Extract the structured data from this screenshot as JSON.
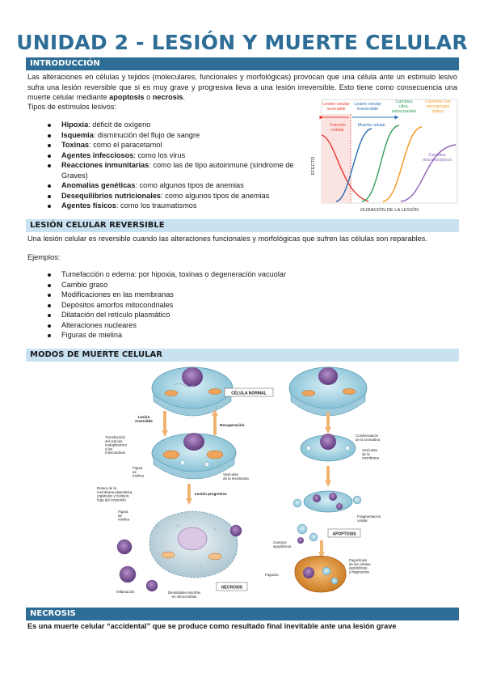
{
  "title": "UNIDAD 2 - LESIÓN Y MUERTE CELULAR",
  "sections": {
    "intro": "INTRODUCCIÓN",
    "reversible": "LESIÓN CELULAR REVERSIBLE",
    "modos": "MODOS DE MUERTE CELULAR",
    "necrosis": "NECROSIS"
  },
  "intro": {
    "p1": "Las alteraciones en células y tejidos (moleculares, funcionales y morfológicas) provocan que una célula ante un estímulo lesivo sufra una lesión reversible que si es muy grave y progresiva lleva a una lesión irreversible. Esto tiene como consecuencia una muerte celular mediante ",
    "apoptosis": "apoptosis",
    "o": " o ",
    "necrosis": "necrosis",
    "dot": ".",
    "tipos": "Tipos de estímulos lesivos:",
    "stimuli": [
      {
        "term": "Hipoxia",
        "desc": ": déficit de oxígeno"
      },
      {
        "term": "Isquemia",
        "desc": ": disminución del flujo de sangre"
      },
      {
        "term": "Toxinas",
        "desc": ": como el paracetamol"
      },
      {
        "term": "Agentes infecciosos",
        "desc": ": como los virus"
      },
      {
        "term": "Reacciones inmunitarias",
        "desc": ": como las de tipo autoinmune (síndrome de Graves)"
      },
      {
        "term": "Anomalías genéticas",
        "desc": ": como algunos tipos de anemias"
      },
      {
        "term": "Desequilibrios nutricionales",
        "desc": ": como algunos tipos de anemias"
      },
      {
        "term": "Agentes físicos",
        "desc": ": como los traumatismos"
      }
    ]
  },
  "graph": {
    "labels": {
      "reversible": [
        "Lesión celular",
        "reversible"
      ],
      "irreversible": [
        "Lesión celular",
        "irreversible"
      ],
      "ultra": [
        "Cambios",
        "ultra-",
        "estructurales"
      ],
      "optico": [
        "Cambios con",
        "microscopio",
        "óptico"
      ],
      "funcion": [
        "Función",
        "celular"
      ],
      "muerte": "Muerte celular",
      "macro": [
        "Cambios",
        "macroscópicos"
      ],
      "yaxis": "EFECTO",
      "xaxis": "DURACIÓN DE LA LESIÓN"
    },
    "colors": {
      "funcion": "#e8382f",
      "muerte": "#2a6db3",
      "ultra": "#2e9e58",
      "optico": "#f39a1e",
      "macro": "#8e62b5",
      "arrow_rev": "#e8382f",
      "arrow_irr": "#2a6db3"
    }
  },
  "reversible": {
    "p1": "Una lesión celular es reversible cuando las alteraciones funcionales y morfológicas que sufren las células son reparables.",
    "ejemplos": "Ejemplos:",
    "items": [
      "Tumefacción o edema: por hipoxia, toxinas o degeneración vacuolar",
      "Cambio graso",
      "Modificaciones en las membranas",
      "Depósitos amorfos mitocondriales",
      "Dilatación del retículo plasmático",
      "Alteraciones nucleares",
      "Figuras de mielina"
    ]
  },
  "figure": {
    "celula_normal": "CÉLULA NORMAL",
    "lesion_reversible": [
      "Lesión",
      "reversible"
    ],
    "recuperacion": "Recuperación",
    "tumefaccion": [
      "Tumefacción",
      "del retículo",
      "endoplásmico",
      "y las",
      "mitocondrias"
    ],
    "figura_mielina": [
      "Figura",
      "de",
      "mielina"
    ],
    "vesiculas": [
      "Vesículas",
      "de la membrana"
    ],
    "rotura": [
      "Rotura de la",
      "membrana plasmática,",
      "orgánulos y núcleos;",
      "fuga del contenido"
    ],
    "figura_mielina2": [
      "Figura",
      "de",
      "mielina"
    ],
    "lesion_progresiva": "Lesión progresiva",
    "inflamacion": "Inflamación",
    "densidades": [
      "Densidades amorfas",
      "en mitocondrias"
    ],
    "necrosis": "NECROSIS",
    "condensacion": [
      "Condensación",
      "de la cromatina"
    ],
    "vesiculas_membrana": [
      "Vesículas",
      "de la",
      "membrana"
    ],
    "fragmentacion": [
      "Fragmentación",
      "celular"
    ],
    "apoptosis": "APOPTOSIS",
    "cuerpos": [
      "Cuerpos",
      "apoptóticos"
    ],
    "fagocito": "Fagocito",
    "fagocitosis": [
      "Fagocitosis",
      "de las células",
      "apoptóticas",
      "y fragmentos"
    ]
  },
  "necrosis": {
    "p1": "Es una muerte celular “accidental” que se produce como resultado final inevitable ante una lesión grave"
  }
}
